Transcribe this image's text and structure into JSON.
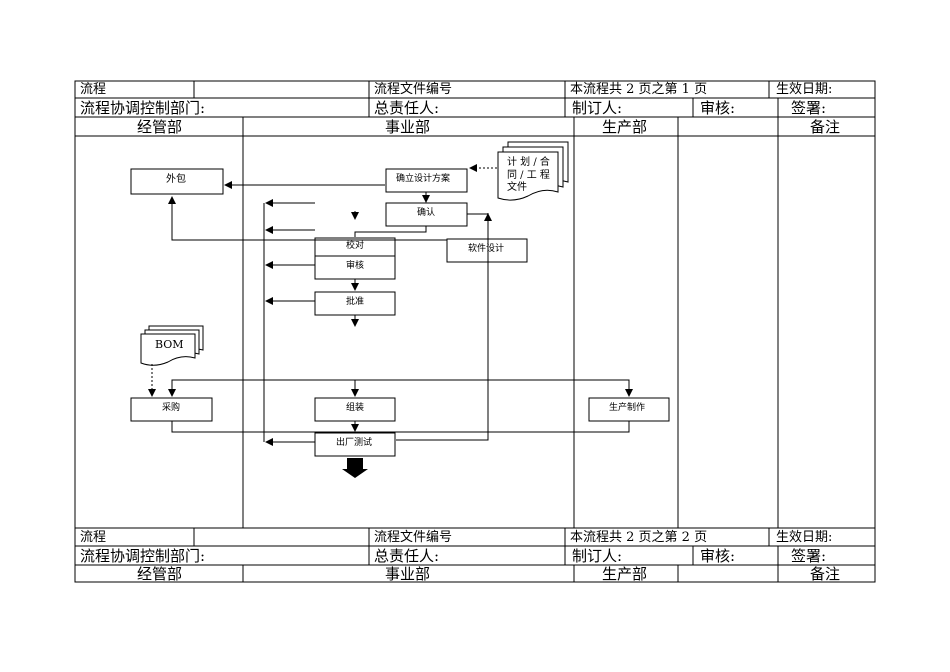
{
  "header": {
    "process_label": "流程",
    "process_file_no_label": "流程文件编号",
    "page_info": "本流程共 2 页之第 1 页",
    "effective_date_label": "生效日期:",
    "coord_dept_label": "流程协调控制部门:",
    "owner_label": "总责任人:",
    "author_label": "制订人:",
    "review_label": "审核:",
    "sign_label": "签署:"
  },
  "lanes": [
    "经管部",
    "事业部",
    "生产部",
    "备注"
  ],
  "footer": {
    "process_label": "流程",
    "process_file_no_label": "流程文件编号",
    "page_info": "本流程共 2 页之第 2 页",
    "effective_date_label": "生效日期:",
    "coord_dept_label": "流程协调控制部门:",
    "owner_label": "总责任人:",
    "author_label": "制订人:",
    "review_label": "审核:",
    "sign_label": "签署:"
  },
  "flow": {
    "doc_plan_line1": "计 划 / 合",
    "doc_plan_line2": "同 / 工 程",
    "doc_plan_line3": "文件",
    "doc_bom": "BOM",
    "outsource": "外包",
    "design_plan": "确立设计方案",
    "confirm": "确认",
    "proofread": "校对",
    "review": "审核",
    "approve": "批准",
    "software_design": "软件设计",
    "purchase": "采购",
    "assembly": "组装",
    "production": "生产制作",
    "factory_test": "出厂测试"
  }
}
